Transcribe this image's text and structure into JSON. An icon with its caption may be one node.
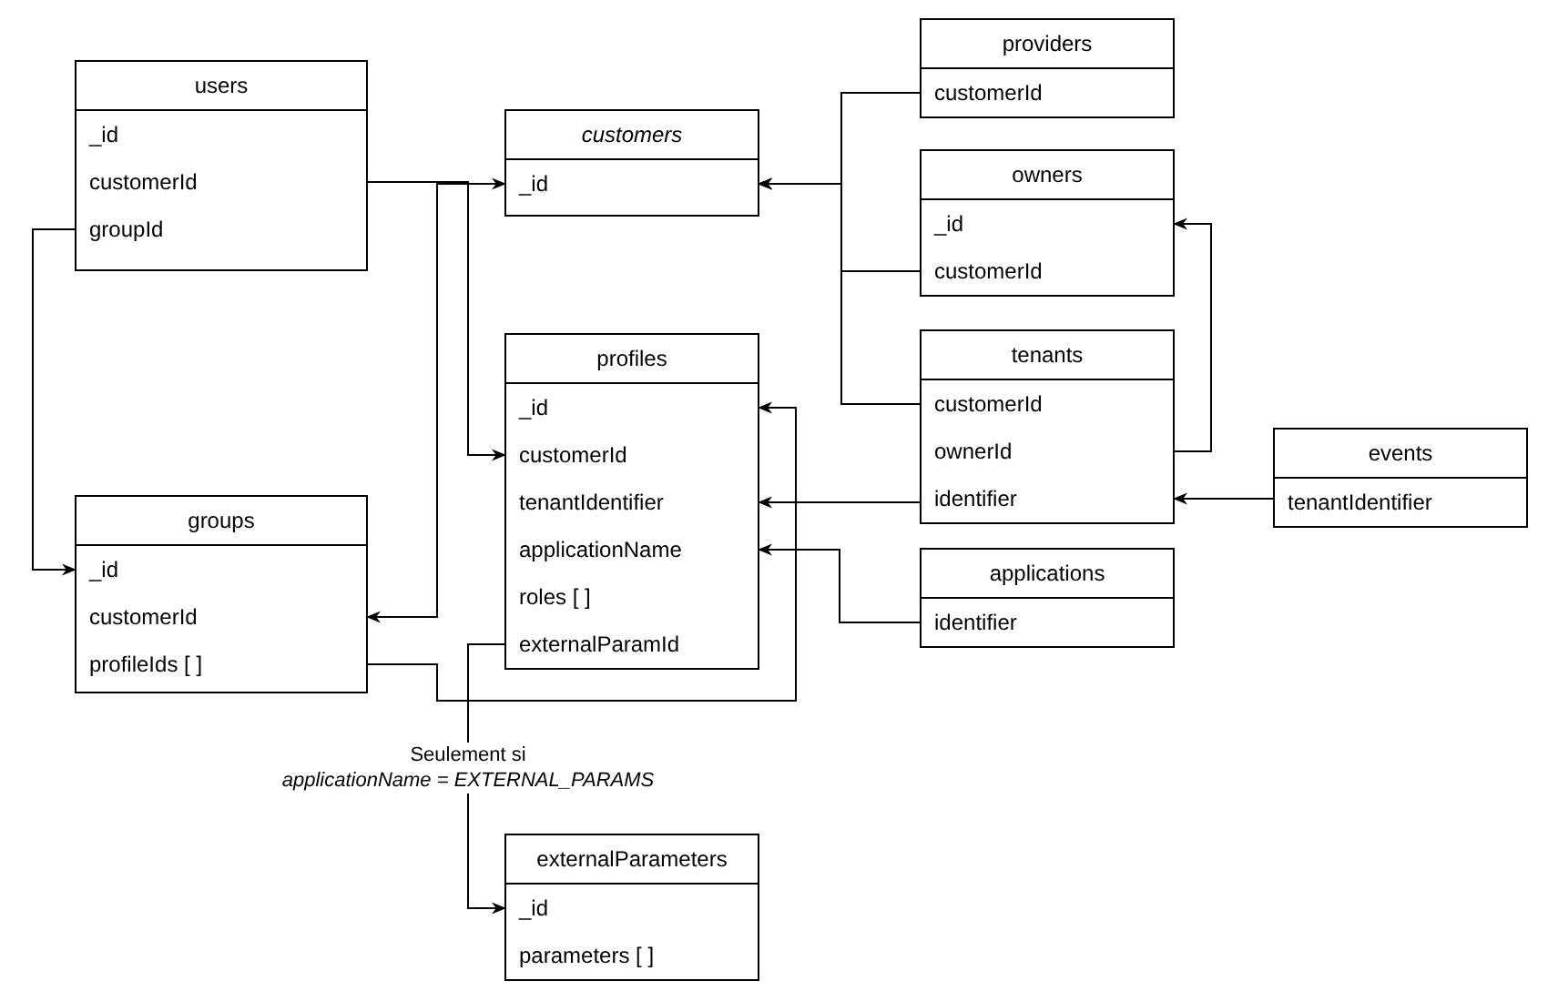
{
  "diagram": {
    "nodes": [
      {
        "text": [
          "users"
        ]
      },
      {
        "text": [
          "_id"
        ],
        "in": 0
      },
      {
        "text": [
          "customerId"
        ],
        "in": 0
      },
      {
        "text": [
          "groupId"
        ],
        "in": 0
      },
      {
        "text": [
          "providers"
        ]
      },
      {
        "text": [
          "customerId"
        ],
        "in": 4
      },
      {
        "text": [
          "customers"
        ]
      },
      {
        "text": [
          "_id"
        ],
        "in": 6
      },
      {
        "text": [
          "owners"
        ]
      },
      {
        "text": [
          "_id"
        ],
        "in": 8
      },
      {
        "text": [
          "customerId"
        ],
        "in": 8
      },
      {
        "text": [
          "profiles"
        ]
      },
      {
        "text": [
          "_id"
        ],
        "in": 11
      },
      {
        "text": [
          "customerId"
        ],
        "in": 11
      },
      {
        "text": [
          "tenantIdentifier"
        ],
        "in": 11
      },
      {
        "text": [
          "applicationName"
        ],
        "in": 11
      },
      {
        "text": [
          "roles [ ]"
        ],
        "in": 11
      },
      {
        "text": [
          "externalParamId"
        ],
        "in": 11
      },
      {
        "text": [
          "tenants"
        ]
      },
      {
        "text": [
          "customerId"
        ],
        "in": 18
      },
      {
        "text": [
          "ownerId"
        ],
        "in": 18
      },
      {
        "text": [
          "identifier"
        ],
        "in": 18
      },
      {
        "text": [
          "events"
        ]
      },
      {
        "text": [
          "tenantIdentifier"
        ],
        "in": 22
      },
      {
        "text": [
          "groups"
        ]
      },
      {
        "text": [
          "_id"
        ],
        "in": 24
      },
      {
        "text": [
          "customerId"
        ],
        "in": 24
      },
      {
        "text": [
          "profileIds [ ]"
        ],
        "in": 24
      },
      {
        "text": [
          "applications"
        ]
      },
      {
        "text": [
          "identifier"
        ],
        "in": 28
      },
      {
        "text": [
          "externalParameters"
        ]
      },
      {
        "text": [
          "_id"
        ],
        "in": 30
      },
      {
        "text": [
          "parameters [ ]"
        ],
        "in": 30
      }
    ],
    "edges": [
      {
        "from": 2,
        "to": 7,
        "arrow": "to"
      },
      {
        "from": 2,
        "to": 26,
        "arrow": "to"
      },
      {
        "from": 2,
        "to": 13,
        "arrow": "to"
      },
      {
        "from": 3,
        "to": 25,
        "arrow": "to"
      },
      {
        "from": 27,
        "to": 12,
        "arrow": "to"
      },
      {
        "from": 17,
        "to": 31,
        "arrow": "to",
        "label": "Seulement si *applicationName = EXTERNAL_PARAMS*"
      },
      {
        "from": 5,
        "to": 7,
        "arrow": "to"
      },
      {
        "from": 10,
        "to": 7,
        "arrow": "to"
      },
      {
        "from": 19,
        "to": 7,
        "arrow": "to"
      },
      {
        "from": 20,
        "to": 9,
        "arrow": "to"
      },
      {
        "from": 21,
        "to": 14,
        "arrow": "to"
      },
      {
        "from": 23,
        "to": 21,
        "arrow": "to"
      },
      {
        "from": 29,
        "to": 15,
        "arrow": "to"
      }
    ]
  }
}
